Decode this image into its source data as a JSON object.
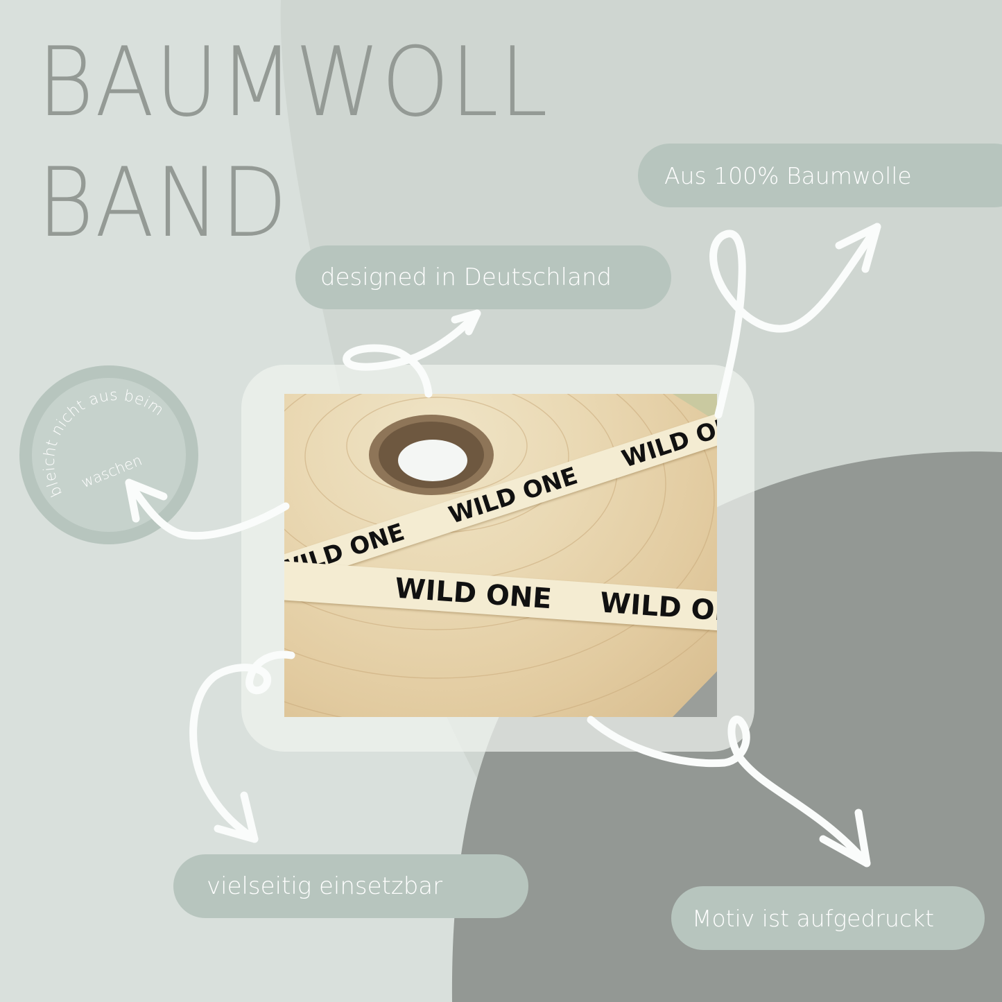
{
  "header": {
    "title_line1": "BAUMWOLL",
    "title_line2": "BAND"
  },
  "features": {
    "cotton": "Aus 100% Baumwolle",
    "designed": "designed in Deutschland",
    "colorfast_curve_text": "bleicht nicht aus beim",
    "colorfast_inner_text": "waschen",
    "versatile": "vielseitig einsetzbar",
    "printed": "Motiv ist aufgedruckt"
  },
  "photo": {
    "tape_text": "WILD ONE",
    "alt": "Roll of cream cotton ribbon printed with WILD ONE"
  },
  "colors": {
    "background_light": "#d9e0dc",
    "background_mid": "#cfd6d1",
    "background_dark": "#939894",
    "pill": "#b7c5be",
    "title": "#949a95",
    "arrow": "#fafcfb"
  }
}
